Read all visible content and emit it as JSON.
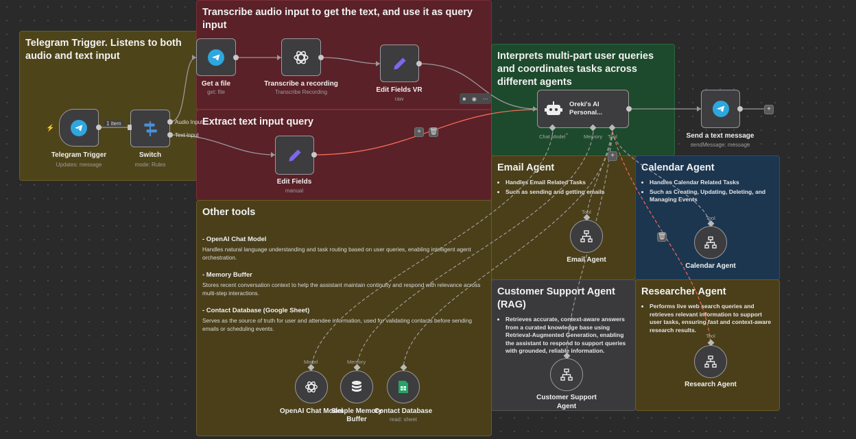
{
  "stickies": {
    "telegram_trigger": "Telegram Trigger. Listens to both audio and text input",
    "transcribe": "Transcribe audio input to get the text, and use it as query input",
    "extract": "Extract text input query",
    "interprets": "Interprets multi-part user queries and coordinates tasks across different agents",
    "email": {
      "title": "Email Agent",
      "items": [
        "Handles Email Related Tasks",
        "Such as sending and getting emails"
      ]
    },
    "calendar": {
      "title": "Calendar Agent",
      "items": [
        "Handles Calendar Related Tasks",
        "Such as Creating, Updating, Deleting, and Managing Events"
      ]
    },
    "customer_support": {
      "title": "Customer Support Agent (RAG)",
      "items": [
        "Retrieves accurate, context-aware answers from a curated knowledge base using Retrieval-Augmented Generation, enabling the assistant to respond to support queries with grounded, reliable information."
      ]
    },
    "researcher": {
      "title": "Researcher Agent",
      "items": [
        "Performs live web search queries and retrieves relevant information to support user tasks, ensuring fast and context-aware research results."
      ]
    },
    "other_tools": {
      "title": "Other tools",
      "sections": [
        {
          "heading": "- OpenAI Chat Model",
          "text": "Handles natural language understanding and task routing based on user queries, enabling intelligent agent orchestration."
        },
        {
          "heading": "- Memory Buffer",
          "text": "Stores recent conversation context to help the assistant maintain continuity and respond with relevance across multi-step interactions."
        },
        {
          "heading": "- Contact Database (Google Sheet)",
          "text": "Serves as the source of truth for user and attendee information, used for validating contacts before sending emails or scheduling events."
        }
      ]
    }
  },
  "nodes": {
    "telegram_trigger": {
      "label": "Telegram Trigger",
      "sub": "Updates: message"
    },
    "switch": {
      "label": "Switch",
      "sub": "mode: Rules"
    },
    "get_file": {
      "label": "Get a file",
      "sub": "get: file"
    },
    "transcribe": {
      "label": "Transcribe a recording",
      "sub": "Transcribe Recording"
    },
    "edit_fields_vr": {
      "label": "Edit Fields VR",
      "sub": "raw"
    },
    "edit_fields": {
      "label": "Edit Fields",
      "sub": "manual"
    },
    "ai_agent": {
      "label_line1": "Oreki's AI",
      "label_line2": "Personal..."
    },
    "send_message": {
      "label": "Send a text message",
      "sub": "sendMessage: message"
    },
    "email_agent": {
      "label": "Email Agent"
    },
    "calendar_agent": {
      "label": "Calendar Agent"
    },
    "customer_support_agent": {
      "label_line1": "Customer Support",
      "label_line2": "Agent"
    },
    "research_agent": {
      "label": "Research Agent"
    },
    "openai_chat": {
      "label": "OpenAI Chat Model"
    },
    "simple_memory": {
      "label_line1": "Simple Memory",
      "label_line2": "Buffer"
    },
    "contact_db": {
      "label": "Contact Database",
      "sub": "read: sheet"
    }
  },
  "edges": {
    "one_item": "1 item",
    "audio_input": "Audio Input",
    "text_input": "Text Input"
  },
  "ports": {
    "chat_model": "Chat Model",
    "memory": "Memory",
    "tool": "Tool",
    "model": "Model",
    "memory_small": "Memory"
  },
  "colors": {
    "telegram": "#2ea6de",
    "accent_orange": "#ff6d5a",
    "edit_purple": "#7b68ee"
  }
}
